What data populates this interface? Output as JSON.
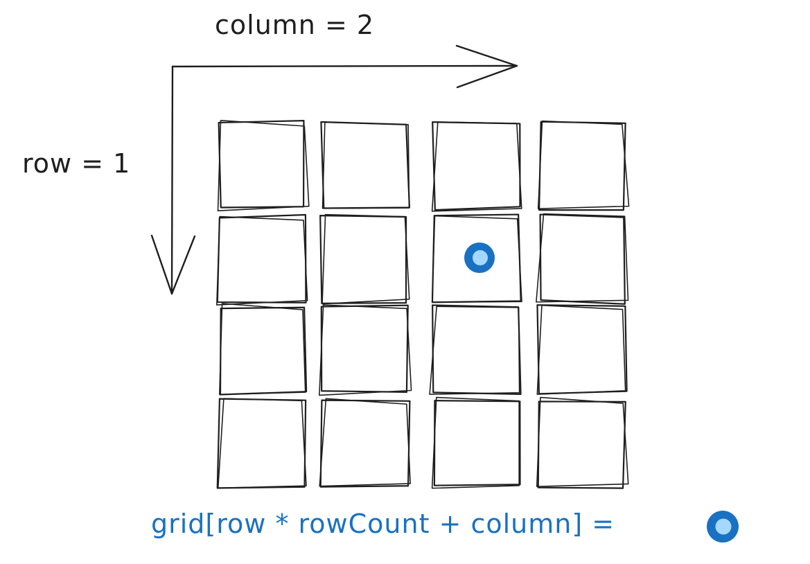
{
  "labels": {
    "column": "column = 2",
    "row": "row = 1",
    "formula": "grid[row * rowCount + column] ="
  },
  "grid": {
    "rows": 4,
    "columns": 4,
    "highlight_row": 1,
    "highlight_column": 2
  },
  "colors": {
    "ink": "#1e1e1e",
    "accent": "#1971c2",
    "accent_fill": "#a5d8ff",
    "background": "#ffffff"
  },
  "icons": {
    "marker": "blue-dot-icon",
    "axis_arrow": "arrow-icon"
  }
}
